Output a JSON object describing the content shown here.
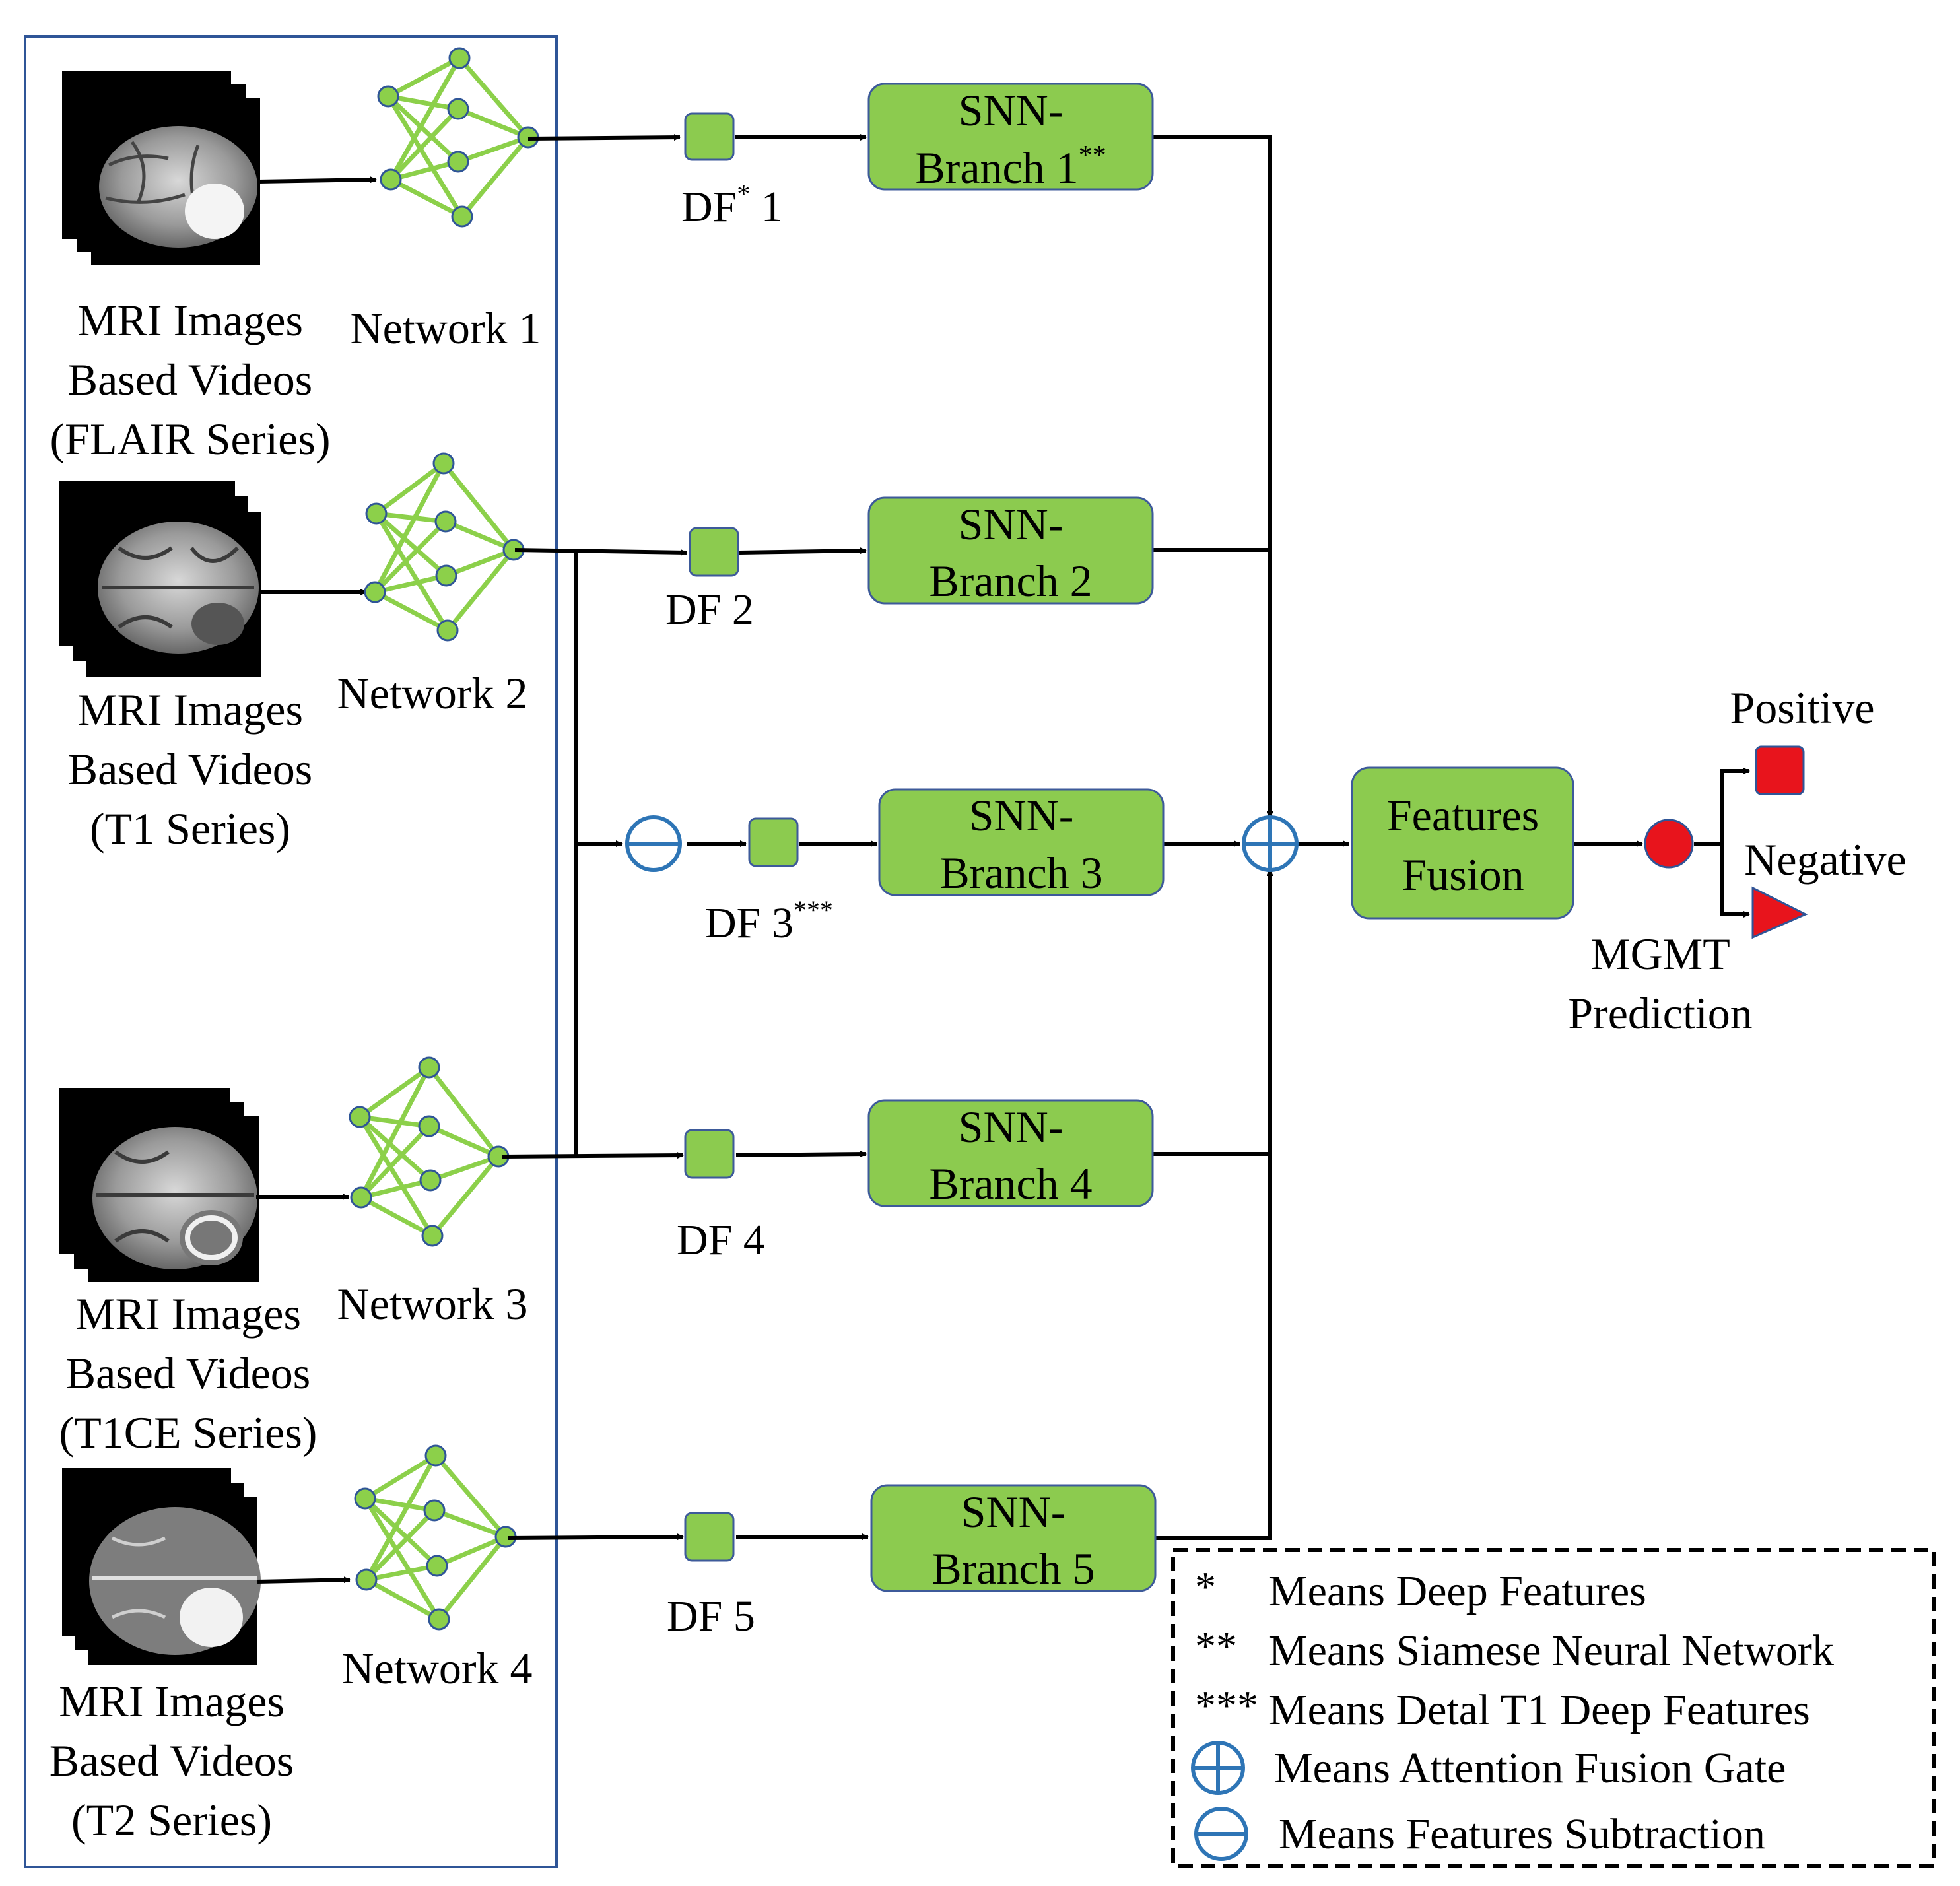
{
  "inputs": [
    {
      "network": "Network 1",
      "caption": [
        "MRI Images",
        "Based Videos",
        "(FLAIR Series)"
      ]
    },
    {
      "network": "Network 2",
      "caption": [
        "MRI Images",
        "Based Videos",
        "(T1 Series)"
      ]
    },
    {
      "network": "Network 3",
      "caption": [
        "MRI Images",
        "Based Videos",
        "(T1CE Series)"
      ]
    },
    {
      "network": "Network 4",
      "caption": [
        "MRI Images",
        "Based Videos",
        "(T2 Series)"
      ]
    }
  ],
  "deep_features": [
    {
      "label": "DF",
      "sup": "*",
      "num": " 1"
    },
    {
      "label": "DF 2",
      "sup": "",
      "num": ""
    },
    {
      "label": "DF 3",
      "sup": "***",
      "num": ""
    },
    {
      "label": "DF 4",
      "sup": "",
      "num": ""
    },
    {
      "label": "DF 5",
      "sup": "",
      "num": ""
    }
  ],
  "branches": [
    {
      "line1": "SNN-",
      "line2": "Branch 1",
      "sup": "**"
    },
    {
      "line1": "SNN-",
      "line2": "Branch 2",
      "sup": ""
    },
    {
      "line1": "SNN-",
      "line2": "Branch 3",
      "sup": ""
    },
    {
      "line1": "SNN-",
      "line2": "Branch 4",
      "sup": ""
    },
    {
      "line1": "SNN-",
      "line2": "Branch 5",
      "sup": ""
    }
  ],
  "fusion": {
    "line1": "Features",
    "line2": "Fusion"
  },
  "prediction": {
    "line1": "MGMT",
    "line2": "Prediction",
    "positive": "Positive",
    "negative": "Negative"
  },
  "legend": [
    {
      "mark": "*",
      "text": "Means Deep Features"
    },
    {
      "mark": "**",
      "text": "Means Siamese Neural Network"
    },
    {
      "mark": "***",
      "text": "Means Detal T1 Deep Features"
    },
    {
      "mark": "plus-circle",
      "text": "Means Attention Fusion Gate"
    },
    {
      "mark": "minus-circle",
      "text": "Means Features Subtraction"
    }
  ],
  "colors": {
    "green_fill": "#8CCB4F",
    "green_stroke": "#3D5A9A",
    "network_green": "#8CD04A",
    "node_stroke": "#2F5597",
    "gate_blue": "#2E75B6",
    "prediction_red": "#E8141C",
    "border_blue": "#2F5597"
  }
}
